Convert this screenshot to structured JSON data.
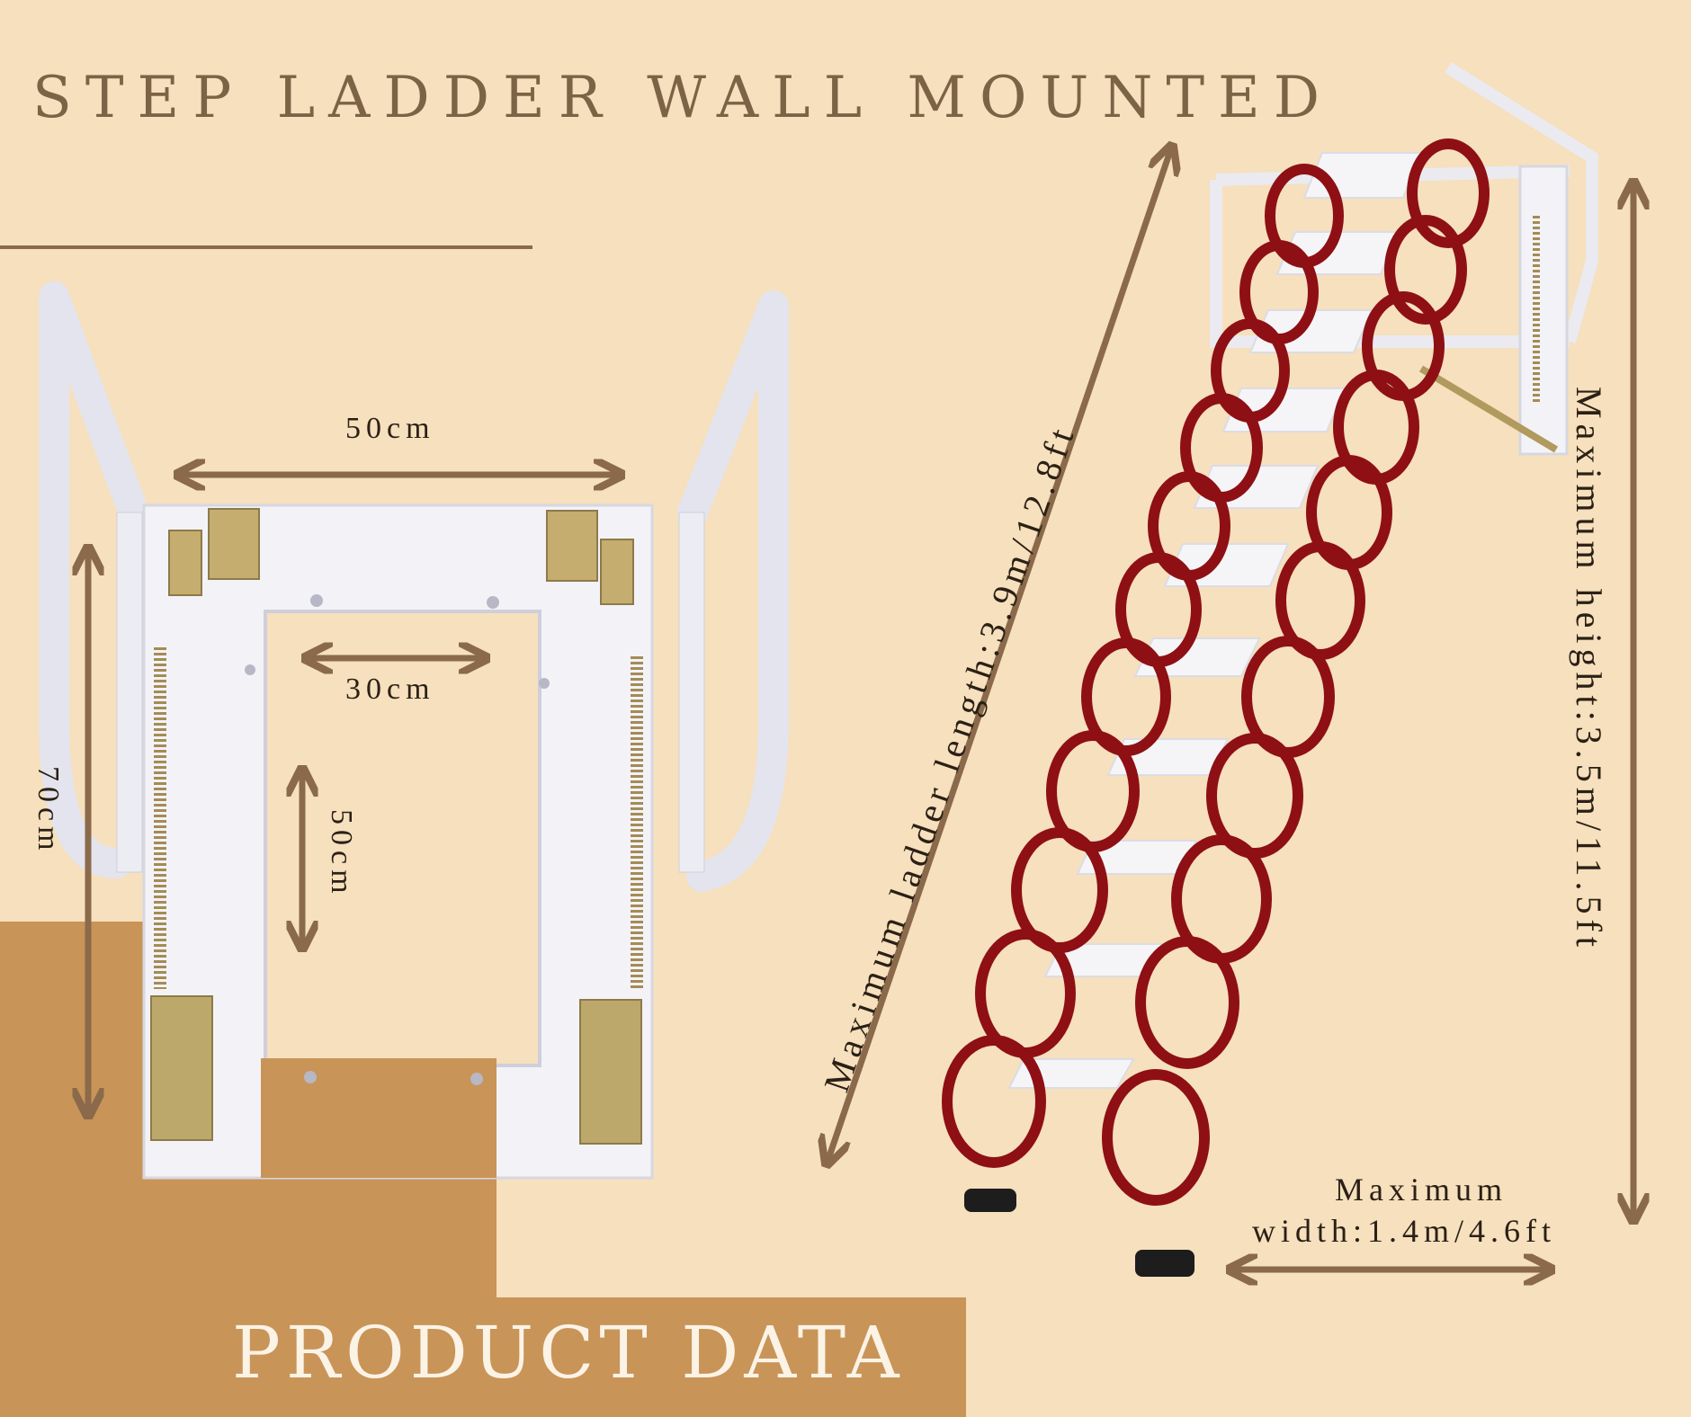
{
  "title": "STEP LADDER WALL MOUNTED",
  "footer": "PRODUCT DATA",
  "dimensions": {
    "frame_width": "50cm",
    "opening_width": "30cm",
    "frame_length": "70cm",
    "opening_length": "50cm",
    "max_ladder_length": "Maximum ladder length:3.9m/12.8ft",
    "max_height": "Maximum height:3.5m/11.5ft",
    "max_width_line1": "Maximum",
    "max_width_line2": "width:1.4m/4.6ft"
  },
  "colors": {
    "background": "#f6e0bd",
    "accent_block": "#c99458",
    "text_brown": "#7d6346",
    "arrow": "#8a6a4a",
    "ladder_red": "#8e1014",
    "frame_white": "#f3f3f7"
  }
}
